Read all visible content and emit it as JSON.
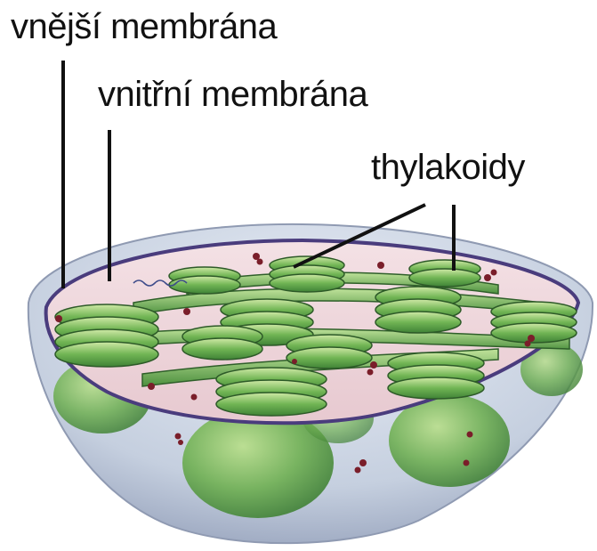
{
  "labels": {
    "outer_membrane": "vnější membrána",
    "inner_membrane": "vnitřní membrána",
    "thylakoids": "thylakoidy"
  },
  "colors": {
    "leader_line": "#111111",
    "outer_shell": "#c9d3e2",
    "inner_membrane": "#5b4c8c",
    "stroma_top": "#ecd3d9",
    "granum": "#5fa24a",
    "granum_light": "#a9d27a",
    "ribosome": "#7a1e2a"
  }
}
